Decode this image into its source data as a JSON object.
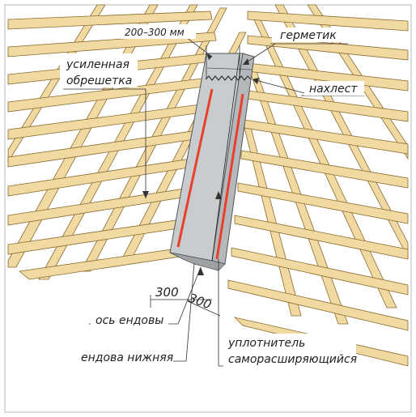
{
  "labels": {
    "dim_overlap": "200–300 мм",
    "sealant": "герметик",
    "reinforced_line1": "усиленная",
    "reinforced_line2": "обрешетка",
    "overlap": "нахлест",
    "dim_left": "300",
    "dim_right": "300",
    "valley_axis": "ось ендовы",
    "lower_valley": "ендова нижняя",
    "seal_line1": "уплотнитель",
    "seal_line2": "саморасширяющийся"
  },
  "colors": {
    "wood": "#f1d9a2",
    "wood_edge": "#8a6a2e",
    "valley_metal": "#c9cccf",
    "seal": "#e8402a",
    "text": "#222222",
    "frame": "#b8b8b8"
  }
}
